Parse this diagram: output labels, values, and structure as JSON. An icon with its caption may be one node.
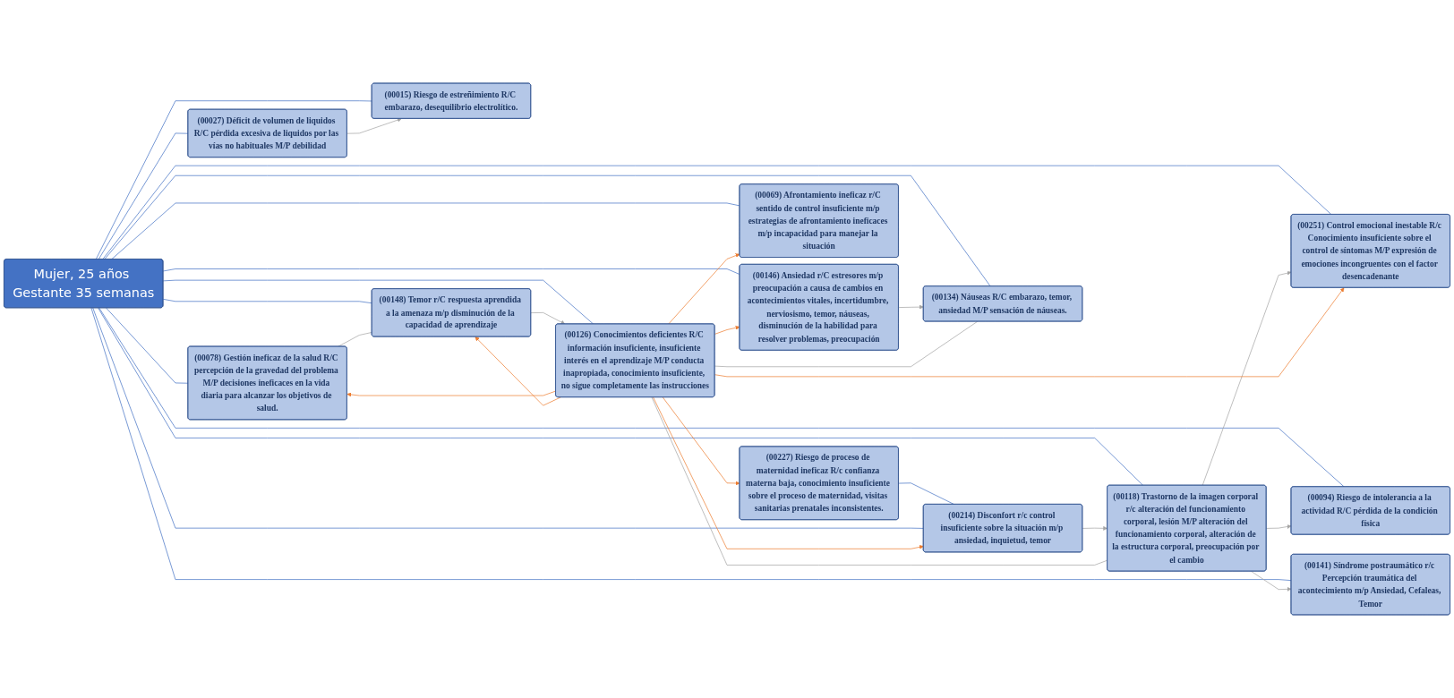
{
  "diagram": {
    "nodes": [
      {
        "text": [
          "(00146) Ansiedad r/C estresores m/p preocupación a causa de cambios en acontecimientos vitales, incertidumbre, nerviosismo, temor, náuseas, disminución de la habilidad para resolver problemas, preocupación"
        ]
      },
      {
        "text": [
          "(00251) Control emocional inestable R/c Conocimiento insuficiente sobre el control de síntomas M/P expresión de emociones incongruentes con el factor desencadenante"
        ]
      },
      {
        "text": [
          "(00015) Riesgo de estreñimiento R/C embarazo, desequilibrio electrolítico."
        ]
      },
      {
        "text": [
          "(00027) Déficit de volumen de liquidos R/C pérdida excesiva de liquidos por las vías no habituales M/P debilidad"
        ]
      },
      {
        "text": [
          "(00078) Gestión ineficaz de la salud R/C percepción de la gravedad del problema M/P decisiones ineficaces en la vida diaria para alcanzar los objetivos de salud."
        ]
      },
      {
        "text": [
          "(00227) Riesgo de proceso de maternidad ineficaz R/c confianza materna baja, conocimiento insuficiente sobre el proceso de maternidad, visitas sanitarias prenatales inconsistentes."
        ]
      },
      {
        "text": [
          "(00214) Disconfort r/c control insuficiente sobre la situación m/p ansiedad, inquietud, temor"
        ]
      },
      {
        "text": [
          "Mujer, 25 años Gestante 35 semanas"
        ]
      },
      {
        "text": [
          "(00141) Síndrome postraumático r/c Percepción traumática del acontecimiento m/p Ansiedad, Cefaleas, Temor"
        ]
      },
      {
        "text": [
          "(00148) Temor r/C respuesta aprendida a la amenaza m/p disminución de la capacidad de aprendizaje"
        ]
      },
      {
        "text": [
          "(00094) Riesgo de intolerancia a la actividad R/C pérdida de la condición física"
        ]
      },
      {
        "text": [
          "(00118) Trastorno de la imagen corporal r/c alteración del funcionamiento corporal, lesión M/P alteración del funcionamiento corporal, alteración de la estructura corporal, preocupación por el cambio"
        ]
      },
      {
        "text": [
          "(00069) Afrontamiento ineficaz r/C sentido de control insuficiente m/p estrategias de afrontamiento ineficaces m/p incapacidad para manejar la situación"
        ]
      },
      {
        "text": [
          "(00126) Conocimientos deficientes R/C información insuficiente, insuficiente interés en el aprendizaje M/P conducta inapropiada, conocimiento insuficiente, no sigue completamente las instrucciones"
        ]
      },
      {
        "text": [
          "(00134) Náuseas R/C embarazo, temor, ansiedad M/P sensación de náuseas."
        ]
      }
    ],
    "edges": [
      {
        "from": 7,
        "to": 0,
        "arrow": "none"
      },
      {
        "from": 7,
        "to": 1,
        "arrow": "none"
      },
      {
        "from": 7,
        "to": 2,
        "arrow": "none"
      },
      {
        "from": 7,
        "to": 3,
        "arrow": "none"
      },
      {
        "from": 7,
        "to": 4,
        "arrow": "none"
      },
      {
        "from": 5,
        "to": 6,
        "arrow": "none"
      },
      {
        "from": 7,
        "to": 6,
        "arrow": "none"
      },
      {
        "from": 7,
        "to": 8,
        "arrow": "none"
      },
      {
        "from": 7,
        "to": 9,
        "arrow": "none"
      },
      {
        "from": 7,
        "to": 10,
        "arrow": "none"
      },
      {
        "from": 7,
        "to": 11,
        "arrow": "none"
      },
      {
        "from": 7,
        "to": 12,
        "arrow": "none"
      },
      {
        "from": 7,
        "to": 13,
        "arrow": "none"
      },
      {
        "from": 7,
        "to": 14,
        "arrow": "none"
      },
      {
        "from": 3,
        "to": 2,
        "arrow": "to",
        "color": "#a5a5a5"
      },
      {
        "from": 4,
        "to": 9,
        "arrow": "none",
        "color": "#a5a5a5"
      },
      {
        "from": 11,
        "to": 1,
        "arrow": "to",
        "color": "#a5a5a5"
      },
      {
        "from": 6,
        "to": 11,
        "arrow": "to",
        "color": "#a5a5a5"
      },
      {
        "from": 11,
        "to": 10,
        "arrow": "to",
        "color": "#a5a5a5"
      },
      {
        "from": 11,
        "to": 8,
        "arrow": "to",
        "color": "#a5a5a5"
      },
      {
        "from": 9,
        "to": 13,
        "arrow": "to",
        "color": "#a5a5a5"
      },
      {
        "from": 0,
        "to": 14,
        "arrow": "to",
        "color": "#a5a5a5"
      },
      {
        "from": 11,
        "to": 13,
        "arrow": "none",
        "color": "#a5a5a5"
      },
      {
        "from": 13,
        "to": 14,
        "arrow": "none",
        "color": "#a5a5a5"
      },
      {
        "from": 13,
        "to": 0,
        "arrow": "to",
        "color": "#ed7d31"
      },
      {
        "from": 13,
        "to": 1,
        "arrow": "to",
        "color": "#ed7d31"
      },
      {
        "from": 13,
        "to": 5,
        "arrow": "to",
        "color": "#ed7d31"
      },
      {
        "from": 13,
        "to": 6,
        "arrow": "to",
        "color": "#ed7d31"
      },
      {
        "from": 13,
        "to": 12,
        "arrow": "to",
        "color": "#ed7d31"
      },
      {
        "from": 13,
        "to": 4,
        "arrow": "to",
        "color": "#ed7d31"
      },
      {
        "from": 13,
        "to": 9,
        "arrow": "to",
        "color": "#ed7d31"
      }
    ]
  }
}
